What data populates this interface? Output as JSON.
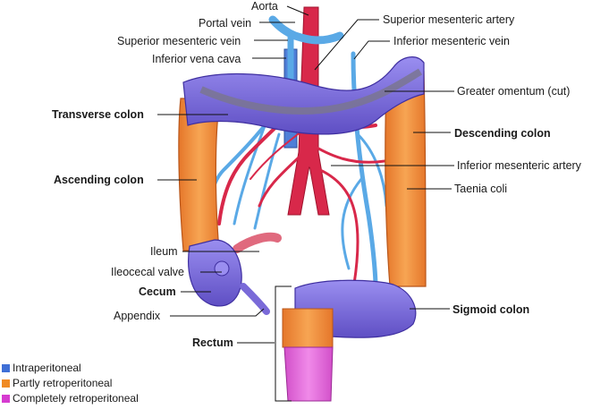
{
  "labels": {
    "aorta": "Aorta",
    "portal_vein": "Portal vein",
    "superior_mesenteric_vein": "Superior mesenteric vein",
    "inferior_vena_cava": "Inferior vena cava",
    "superior_mesenteric_artery": "Superior mesenteric artery",
    "inferior_mesenteric_vein": "Inferior mesenteric vein",
    "greater_omentum": "Greater omentum (cut)",
    "transverse_colon": "Transverse colon",
    "descending_colon": "Descending colon",
    "ascending_colon": "Ascending colon",
    "inferior_mesenteric_artery": "Inferior mesenteric artery",
    "taenia_coli": "Taenia coli",
    "ileum": "Ileum",
    "ileocecal_valve": "Ileocecal valve",
    "cecum": "Cecum",
    "appendix": "Appendix",
    "sigmoid_colon": "Sigmoid colon",
    "rectum": "Rectum"
  },
  "legend": [
    {
      "label": "Intraperitoneal",
      "color": "#3f6fd6"
    },
    {
      "label": "Partly retroperitoneal",
      "color": "#f08a24"
    },
    {
      "label": "Completely retroperitoneal",
      "color": "#d63bd0"
    }
  ],
  "colors": {
    "intraperitoneal": "#7a6ad8",
    "retro": "#f0913a",
    "complete_retro": "#e05fd8",
    "artery": "#d8284a",
    "vein": "#5aa9e6"
  }
}
